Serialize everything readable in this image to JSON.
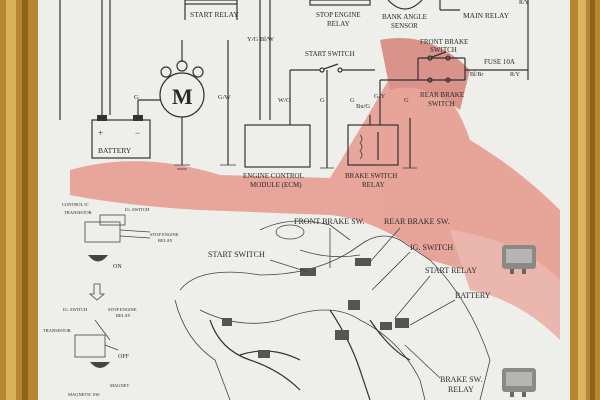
{
  "poster": {
    "top_labels": {
      "start_relay": "START RELAY",
      "stop_engine_relay_1": "STOP ENGINE",
      "stop_engine_relay_2": "RELAY",
      "bank_angle_1": "BANK ANGLE",
      "bank_angle_2": "SENSOR",
      "main_relay": "MAIN RELAY"
    },
    "schematic": {
      "motor_symbol": "M",
      "battery": "BATTERY",
      "ecm_1": "ENGINE CONTROL",
      "ecm_2": "MODULE (ECM)",
      "start_switch": "START SWITCH",
      "front_brake_1": "FRONT BRAKE",
      "front_brake_2": "SWITCH",
      "rear_brake_1": "REAR BRAKE",
      "rear_brake_2": "SWITCH",
      "brake_switch_relay_1": "BRAKE SWITCH",
      "brake_switch_relay_2": "RELAY",
      "fuse": "FUSE 10A",
      "wire_bw": "Bl/Br",
      "wire_ry": "R/Y",
      "wire_ybw": "Y/G  Bl/W",
      "wire_g1": "G",
      "wire_gw": "G/W",
      "wire_wg": "W/G",
      "wire_g2": "G",
      "wire_g3": "G",
      "wire_bug": "Bu/G",
      "wire_gy": "G/Y",
      "wire_g4": "G"
    },
    "inset": {
      "control_ic": "CONTROL IC",
      "transistor_1": "TRANSISTOR",
      "ig_switch_1": "IG. SWITCH",
      "stop_engine_relay_1": "STOP ENGINE",
      "stop_engine_relay_1b": "RELAY",
      "on": "ON",
      "ig_switch_2": "IG. SWITCH",
      "stop_engine_relay_2": "STOP ENGINE",
      "stop_engine_relay_2b": "RELAY",
      "transistor_2": "TRANSISTOR",
      "off": "OFF",
      "magnet": "MAGNET",
      "magnetic_sw": "MAGNETIC SW."
    },
    "callouts": {
      "front_brake_sw": "FRONT BRAKE SW.",
      "rear_brake_sw": "REAR BRAKE SW.",
      "ig_switch": "IG. SWITCH",
      "start_switch": "START SWITCH",
      "start_relay": "START RELAY",
      "battery": "BATTERY",
      "brake_sw_relay_1": "BRAKE SW.",
      "brake_sw_relay_2": "RELAY"
    },
    "colors": {
      "frame_gold": "#b8862e",
      "paper": "#eeeeea",
      "red_shade": "#e26a5a",
      "ink": "#2a2a2a"
    }
  }
}
